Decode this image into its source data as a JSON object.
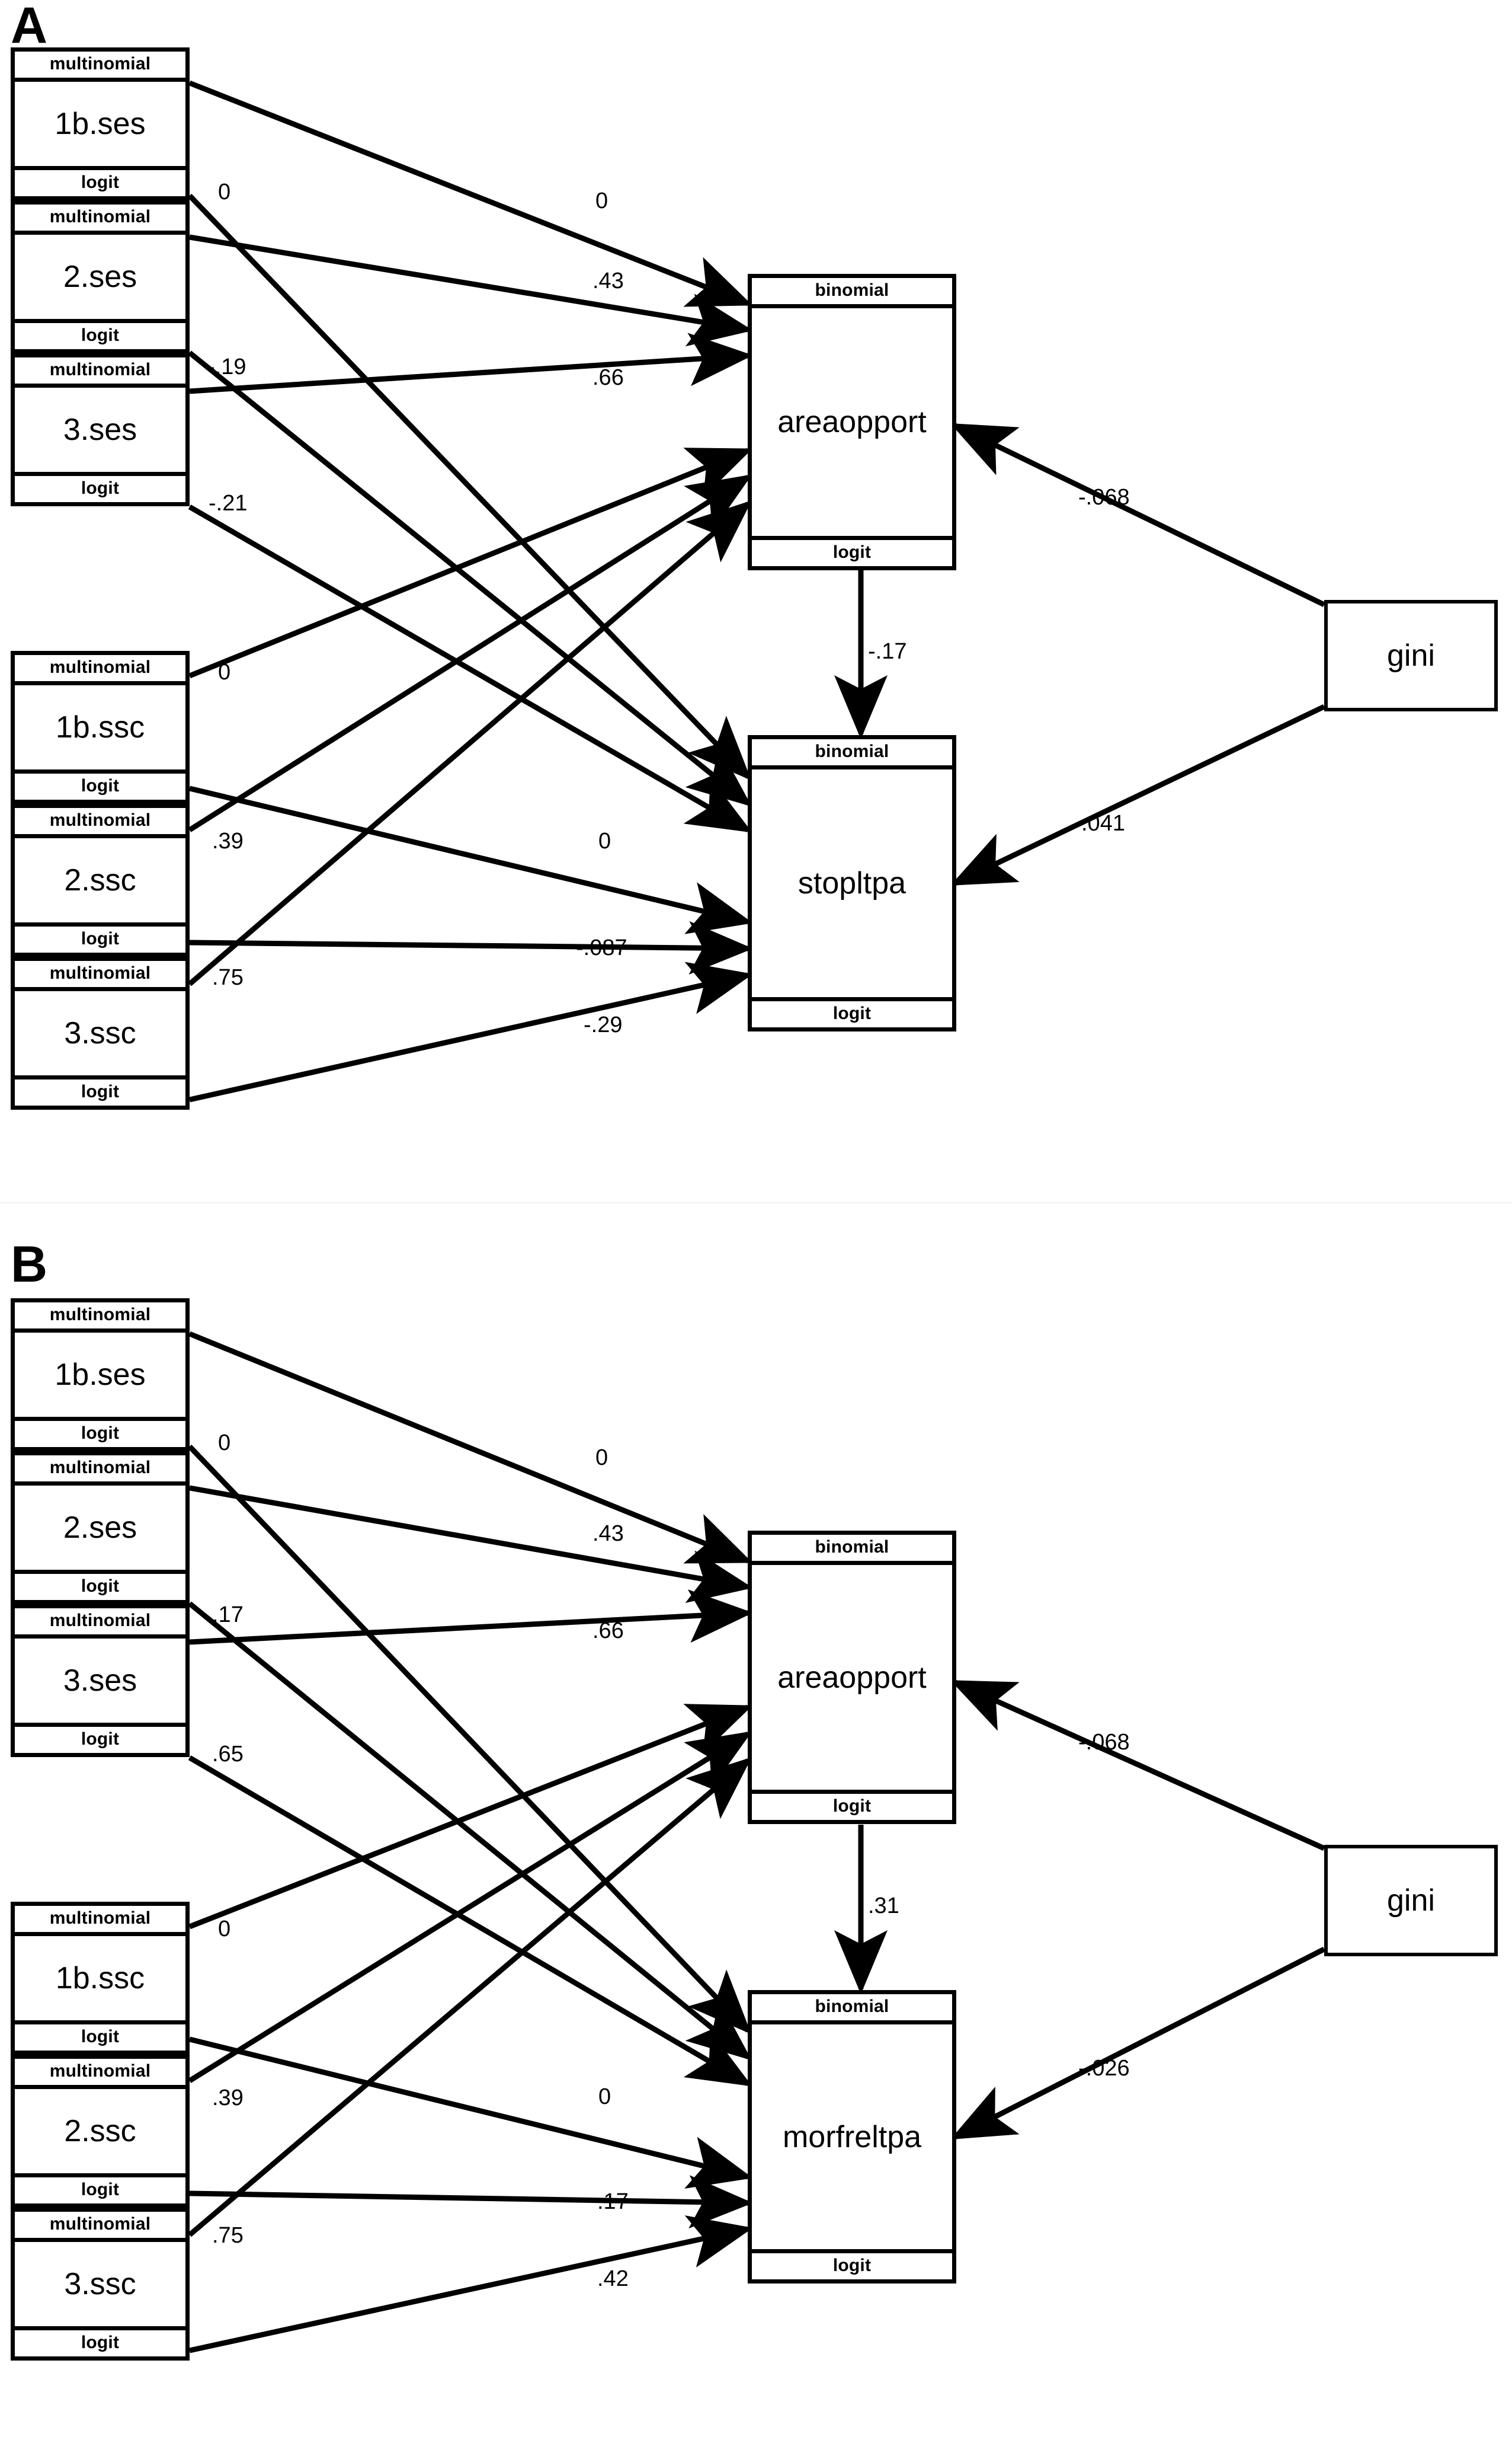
{
  "figure": {
    "panels": [
      {
        "letter": "A",
        "nodes": {
          "predictors_ses": [
            {
              "family": "multinomial",
              "name": "1b.ses",
              "link": "logit"
            },
            {
              "family": "multinomial",
              "name": "2.ses",
              "link": "logit"
            },
            {
              "family": "multinomial",
              "name": "3.ses",
              "link": "logit"
            }
          ],
          "predictors_ssc": [
            {
              "family": "multinomial",
              "name": "1b.ssc",
              "link": "logit"
            },
            {
              "family": "multinomial",
              "name": "2.ssc",
              "link": "logit"
            },
            {
              "family": "multinomial",
              "name": "3.ssc",
              "link": "logit"
            }
          ],
          "mediator": {
            "family": "binomial",
            "name": "areaopport",
            "link": "logit"
          },
          "outcome": {
            "family": "binomial",
            "name": "stopltpa",
            "link": "logit"
          },
          "exogenous": {
            "name": "gini"
          }
        },
        "edge_labels": {
          "ses_left": [
            "0",
            "-.19",
            "-.21"
          ],
          "ssc_left": [
            "0",
            ".39",
            ".75"
          ],
          "to_mediator": [
            "0",
            ".43",
            ".66"
          ],
          "to_outcome": [
            "0",
            "-.087",
            "-.29"
          ],
          "mediator_to_outcome": "-.17",
          "gini_to_mediator": "-.068",
          "gini_to_outcome": ".041"
        }
      },
      {
        "letter": "B",
        "nodes": {
          "predictors_ses": [
            {
              "family": "multinomial",
              "name": "1b.ses",
              "link": "logit"
            },
            {
              "family": "multinomial",
              "name": "2.ses",
              "link": "logit"
            },
            {
              "family": "multinomial",
              "name": "3.ses",
              "link": "logit"
            }
          ],
          "predictors_ssc": [
            {
              "family": "multinomial",
              "name": "1b.ssc",
              "link": "logit"
            },
            {
              "family": "multinomial",
              "name": "2.ssc",
              "link": "logit"
            },
            {
              "family": "multinomial",
              "name": "3.ssc",
              "link": "logit"
            }
          ],
          "mediator": {
            "family": "binomial",
            "name": "areaopport",
            "link": "logit"
          },
          "outcome": {
            "family": "binomial",
            "name": "morfreltpa",
            "link": "logit"
          },
          "exogenous": {
            "name": "gini"
          }
        },
        "edge_labels": {
          "ses_left": [
            "0",
            ".17",
            ".65"
          ],
          "ssc_left": [
            "0",
            ".39",
            ".75"
          ],
          "to_mediator": [
            "0",
            ".43",
            ".66"
          ],
          "to_outcome": [
            "0",
            ".17",
            ".42"
          ],
          "mediator_to_outcome": ".31",
          "gini_to_mediator": "-.068",
          "gini_to_outcome": "-.026"
        }
      }
    ],
    "colors": {
      "stroke": "#000000",
      "background": "#ffffff",
      "divider": "#f2f2f2"
    }
  }
}
